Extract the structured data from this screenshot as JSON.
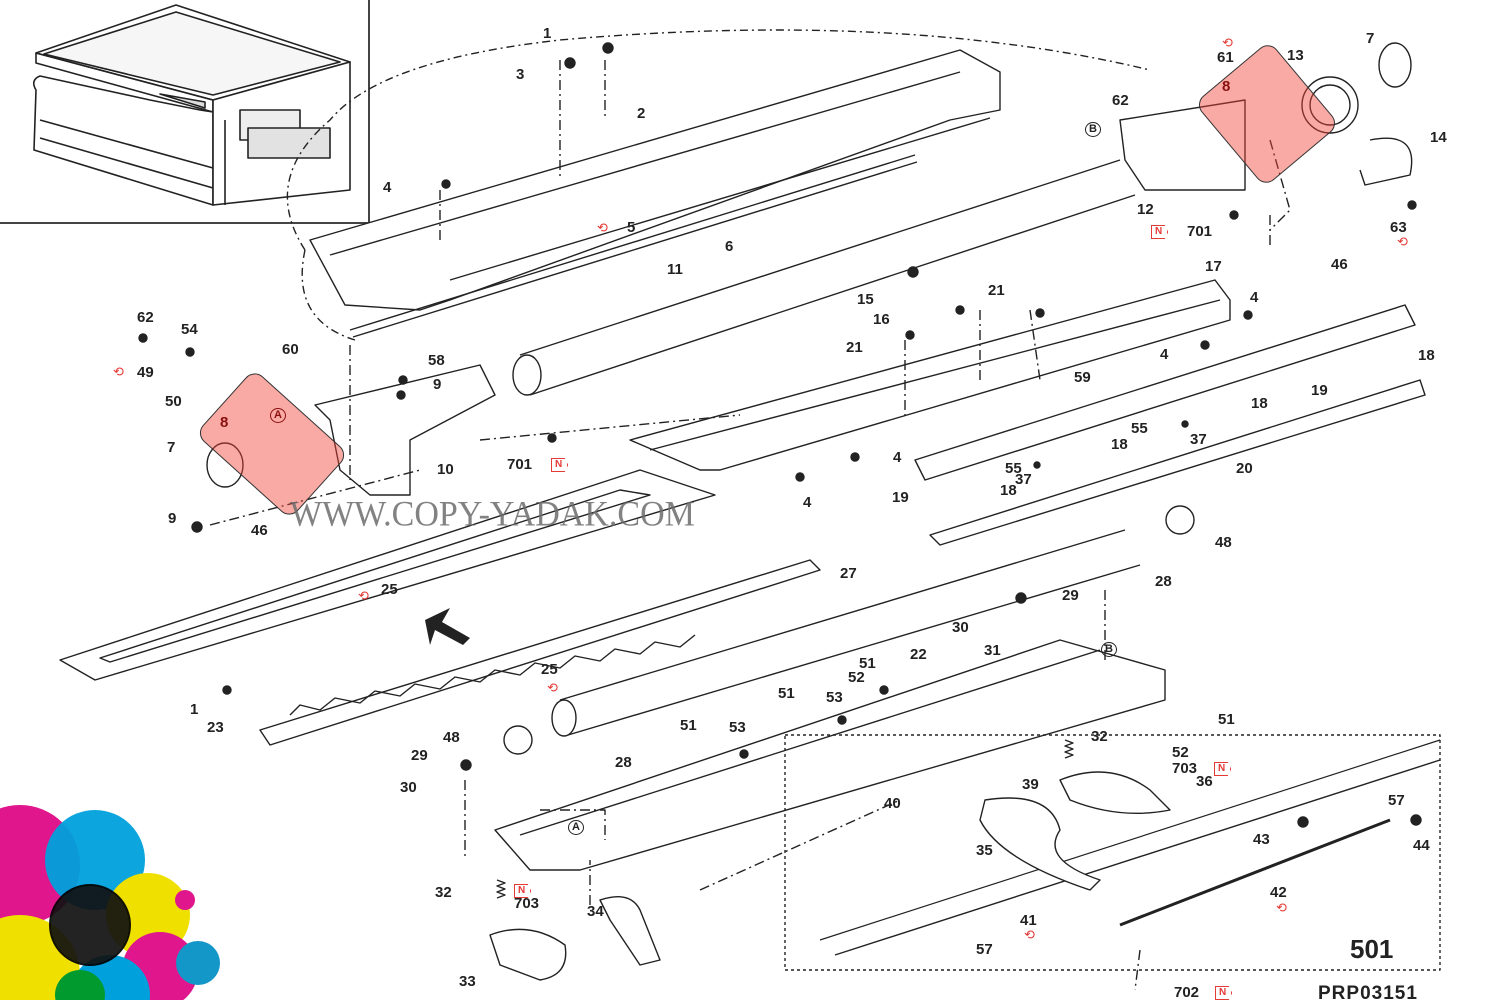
{
  "diagram": {
    "figure_number": "501",
    "figure_code": "PRP03151",
    "watermark": "WWW.COPY-YADAK.COM",
    "new_part_tag": "N",
    "recycle_symbol": "⟲",
    "highlight_color": "#f44336",
    "annotation_color": "#e53935",
    "callouts": {
      "c1a": "1",
      "c1b": "1",
      "c2": "2",
      "c3": "3",
      "c4a": "4",
      "c4b": "4",
      "c4c": "4",
      "c4d": "4",
      "c4e": "4",
      "c5": "5",
      "c6": "6",
      "c7a": "7",
      "c7b": "7",
      "c8a": "8",
      "c8b": "8",
      "c9a": "9",
      "c9b": "9",
      "c10": "10",
      "c11": "11",
      "c12": "12",
      "c13": "13",
      "c14": "14",
      "c15": "15",
      "c16": "16",
      "c17": "17",
      "c18a": "18",
      "c18b": "18",
      "c18c": "18",
      "c18d": "18",
      "c19a": "19",
      "c19b": "19",
      "c20": "20",
      "c21a": "21",
      "c21b": "21",
      "c22": "22",
      "c23": "23",
      "c25a": "25",
      "c25b": "25",
      "c27": "27",
      "c28a": "28",
      "c28b": "28",
      "c29a": "29",
      "c29b": "29",
      "c30a": "30",
      "c30b": "30",
      "c31": "31",
      "c32a": "32",
      "c32b": "32",
      "c33": "33",
      "c34": "34",
      "c35": "35",
      "c36": "36",
      "c37a": "37",
      "c37b": "37",
      "c39": "39",
      "c40": "40",
      "c41": "41",
      "c42": "42",
      "c43": "43",
      "c44": "44",
      "c46a": "46",
      "c46b": "46",
      "c48a": "48",
      "c48b": "48",
      "c49": "49",
      "c50": "50",
      "c51a": "51",
      "c51b": "51",
      "c51c": "51",
      "c51d": "51",
      "c52a": "52",
      "c52b": "52",
      "c53a": "53",
      "c53b": "53",
      "c54": "54",
      "c55a": "55",
      "c55b": "55",
      "c57a": "57",
      "c57b": "57",
      "c58": "58",
      "c59": "59",
      "c60": "60",
      "c61": "61",
      "c62a": "62",
      "c62b": "62",
      "c63": "63",
      "c701a": "701",
      "c701b": "701",
      "c702": "702",
      "c703a": "703",
      "c703b": "703"
    },
    "ref_markers": {
      "a1": "A",
      "a2": "A",
      "b1": "B",
      "b2": "B"
    }
  },
  "logo": {
    "colors": [
      "#e0168c",
      "#00a0dc",
      "#f0e000",
      "#111111",
      "#d40000",
      "#009a2f",
      "#14007a"
    ]
  }
}
